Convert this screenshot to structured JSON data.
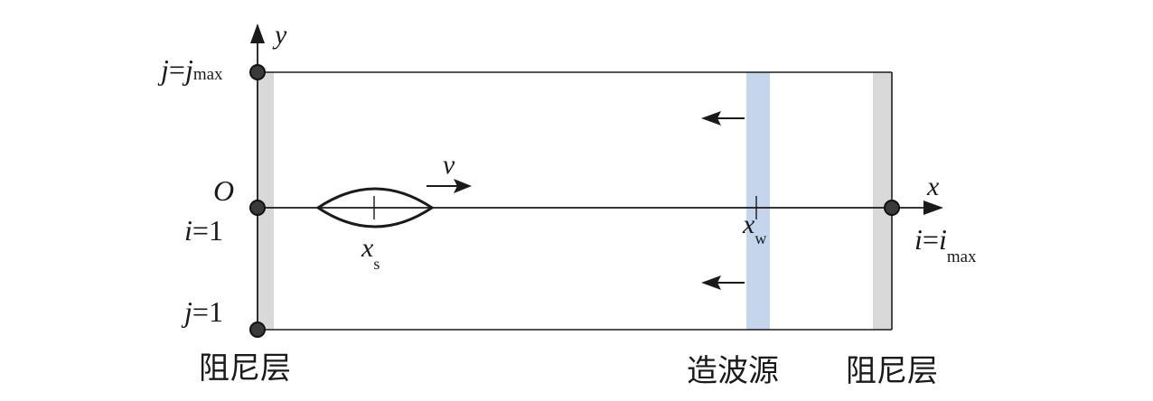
{
  "labels": {
    "y_axis": "y",
    "x_axis": "x",
    "origin": "O",
    "j_max_var": "j",
    "j_max_eq": "=",
    "j_max_rhs": "j",
    "j_max_sub": "max",
    "i_one": "i",
    "i_one_rest": "=1",
    "j_one": "j",
    "j_one_rest": "=1",
    "i_max_var": "i",
    "i_max_eq": "=",
    "i_max_rhs": "i",
    "i_max_sub": "max",
    "velocity": "v",
    "xs_var": "x",
    "xs_sub": "s",
    "xw_var": "x",
    "xw_sub": "w",
    "damping_left": "阻尼层",
    "wave_source": "造波源",
    "damping_right": "阻尼层"
  },
  "colors": {
    "line": "#1a1a1a",
    "damping_layer": "#d9d9d9",
    "wave_maker": "#c5d5ec",
    "node_fill": "#3a3a3a"
  }
}
